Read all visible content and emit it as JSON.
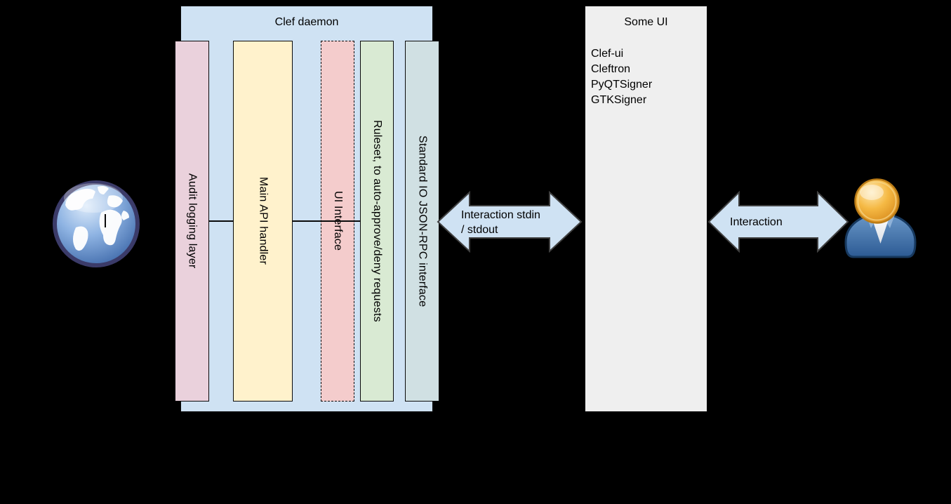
{
  "background": "#000000",
  "clef_daemon": {
    "title": "Clef daemon",
    "fill": "#cfe2f3",
    "border": "#0a0a0a",
    "layers": [
      {
        "label": "Audit logging layer",
        "fill": "#ead1dc",
        "border_style": "solid"
      },
      {
        "label": "Main API handler",
        "fill": "#fff2cc",
        "border_style": "solid"
      },
      {
        "label": "UI Interface",
        "fill": "#f4cccc",
        "border_style": "dashed"
      },
      {
        "label": "Ruleset, to auto-approve/deny requests",
        "fill": "#d9ead3",
        "border_style": "solid"
      },
      {
        "label": "Standard IO JSON-RPC interface",
        "fill": "#d0e0e3",
        "border_style": "solid"
      }
    ]
  },
  "some_ui": {
    "title": "Some UI",
    "fill": "#efefef",
    "items": [
      "Clef-ui",
      "Cleftron",
      "PyQTSigner",
      "GTKSigner"
    ]
  },
  "arrows": [
    {
      "name": "stdio-interaction-arrow",
      "line1": "Interaction stdin",
      "line2": "/ stdout",
      "fill": "#cfe2f3",
      "stroke": "#404040"
    },
    {
      "name": "user-interaction-arrow",
      "label": "Interaction",
      "fill": "#cfe2f3",
      "stroke": "#404040"
    }
  ],
  "icons": [
    {
      "name": "globe-icon",
      "meaning": "external network / internet client"
    },
    {
      "name": "user-icon",
      "meaning": "human user"
    }
  ]
}
